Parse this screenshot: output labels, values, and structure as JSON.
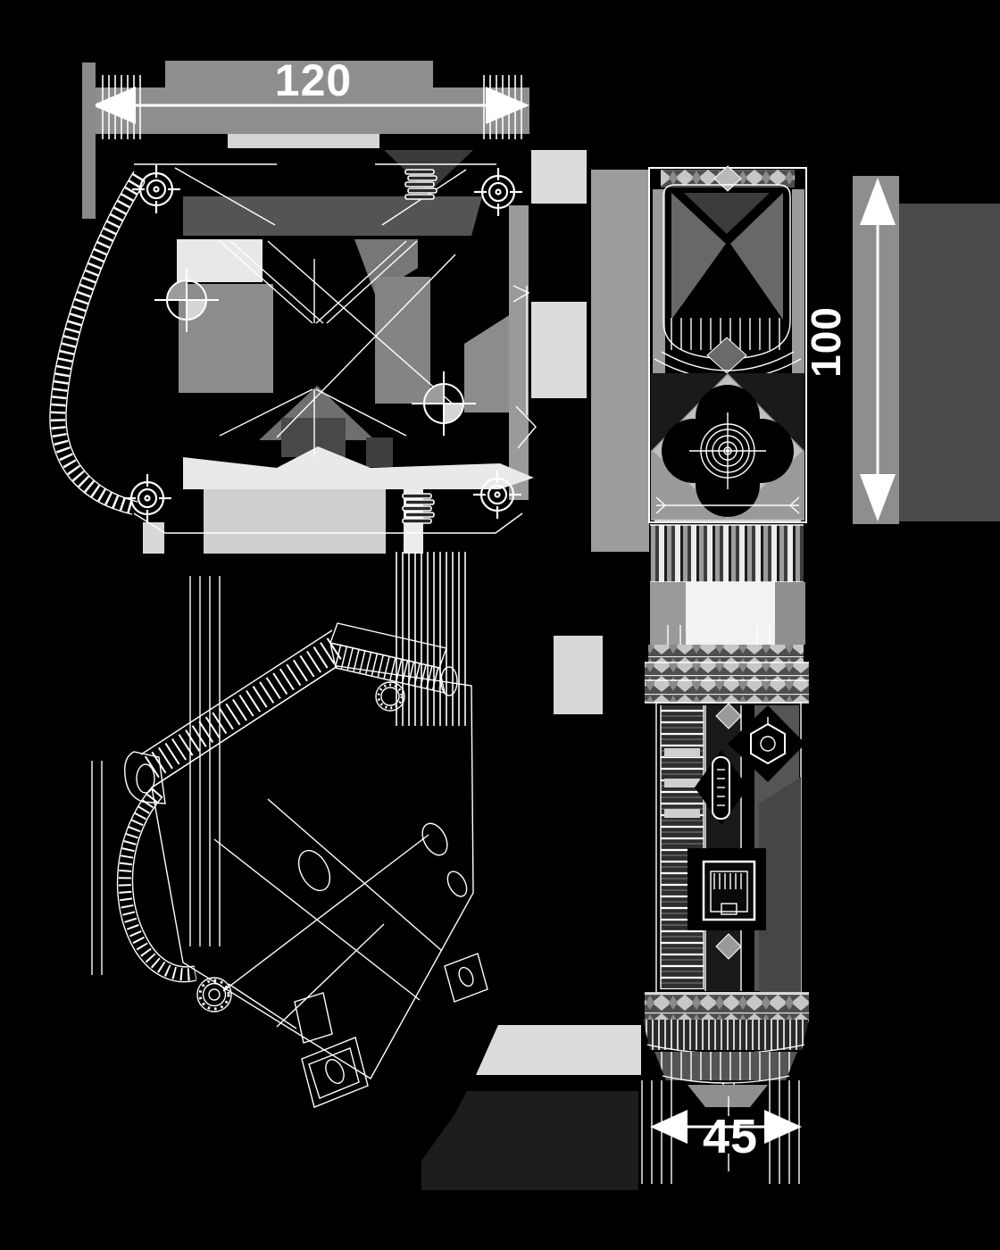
{
  "drawing": {
    "type": "technical-drawing",
    "description": "Four-view engineering drawing of a mounted device bracket on black background"
  },
  "dimensions": {
    "width": {
      "value": "120",
      "orientation": "horizontal",
      "location": "top"
    },
    "height": {
      "value": "100",
      "orientation": "vertical",
      "location": "right"
    },
    "depth": {
      "value": "45",
      "orientation": "horizontal",
      "location": "bottom"
    }
  },
  "colors": {
    "background": "#000000",
    "line": "#ffffff",
    "grayband": "#8e8e8e",
    "dark_bar": "#545454",
    "light_gray": "#dcdcdc",
    "mid_gray": "#7a7a7a",
    "panel_gray": "#9a9a9a",
    "shadow_dark": "#1d1d1d"
  }
}
